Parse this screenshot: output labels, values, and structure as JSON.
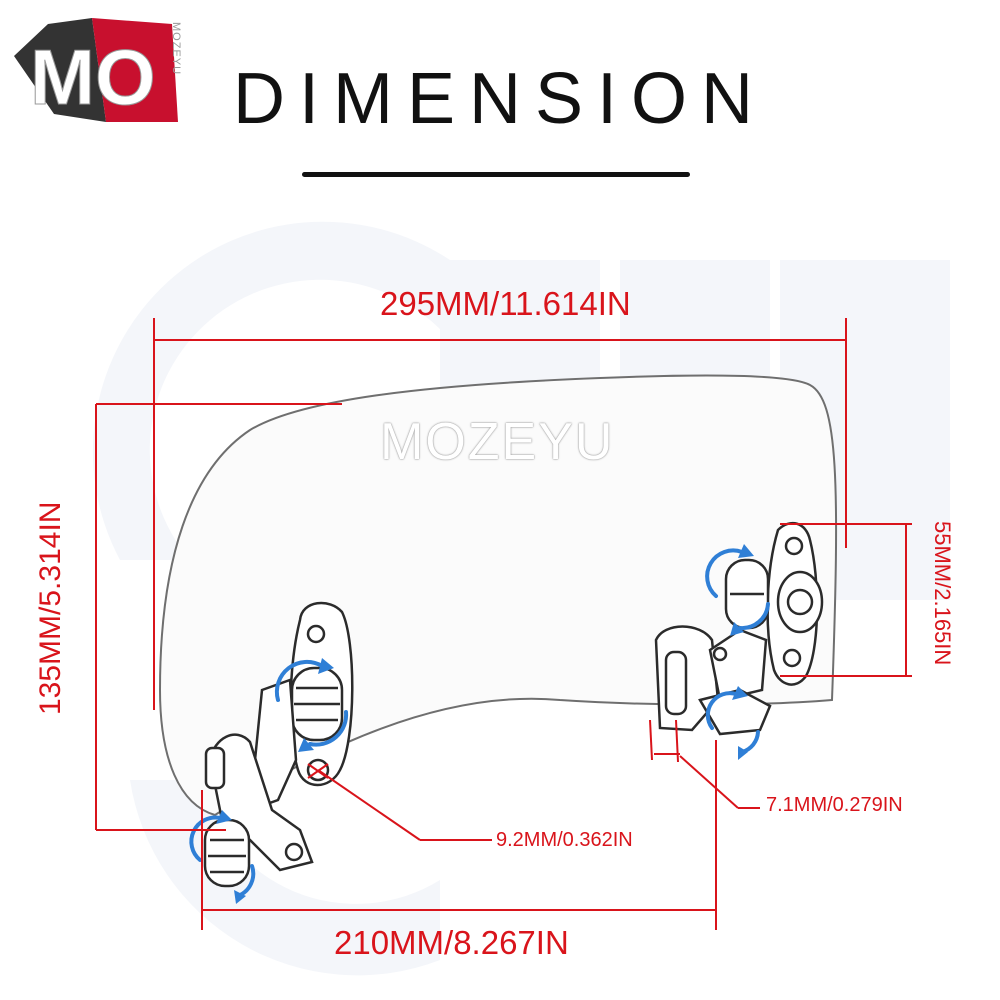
{
  "logo": {
    "text": "MO",
    "vertical_text": "MOZEYU"
  },
  "title": "DIMENSION",
  "watermark": "MOZEYU",
  "dimensions": {
    "overall_width": "295MM/11.614IN",
    "overall_height": "135MM/5.314IN",
    "clamp_spacing": "210MM/8.267IN",
    "bracket_height": "55MM/2.165IN",
    "hole_diameter": "9.2MM/0.362IN",
    "slot_width": "7.1MM/0.279IN"
  },
  "colors": {
    "dimension_red": "#d9141b",
    "adjust_arrow_blue": "#2f7fd6",
    "outline_gray": "#6f6f6f",
    "part_dark": "#2b2b2b",
    "logo_dark": "#333333",
    "logo_red": "#c8102e"
  },
  "icons": [
    "rotate-arrow-icon"
  ]
}
